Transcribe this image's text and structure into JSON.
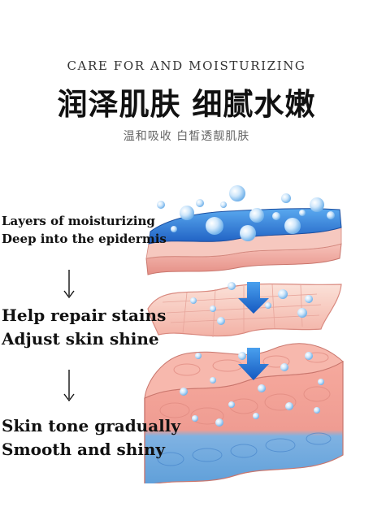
{
  "header": {
    "subtitle_en": "CARE FOR AND MOISTURIZING",
    "title_cn": "润泽肌肤 细腻水嫩",
    "subtitle_cn": "温和吸收 白皙透靓肌肤"
  },
  "steps": [
    {
      "line1": "Layers of moisturizing",
      "line2": "Deep into the epidermis"
    },
    {
      "line1": "Help repair stains",
      "line2": "Adjust skin shine"
    },
    {
      "line1": "Skin tone gradually",
      "line2": "Smooth and shiny"
    }
  ],
  "colors": {
    "water_blue": "#2f7fd6",
    "skin_pink": "#f2a7a0",
    "skin_light": "#fbd7cf",
    "arrow_blue": "#1f6fd0"
  },
  "icons": [
    "arrow-down-icon",
    "droplet-bubble-icon",
    "flow-arrow-icon"
  ]
}
